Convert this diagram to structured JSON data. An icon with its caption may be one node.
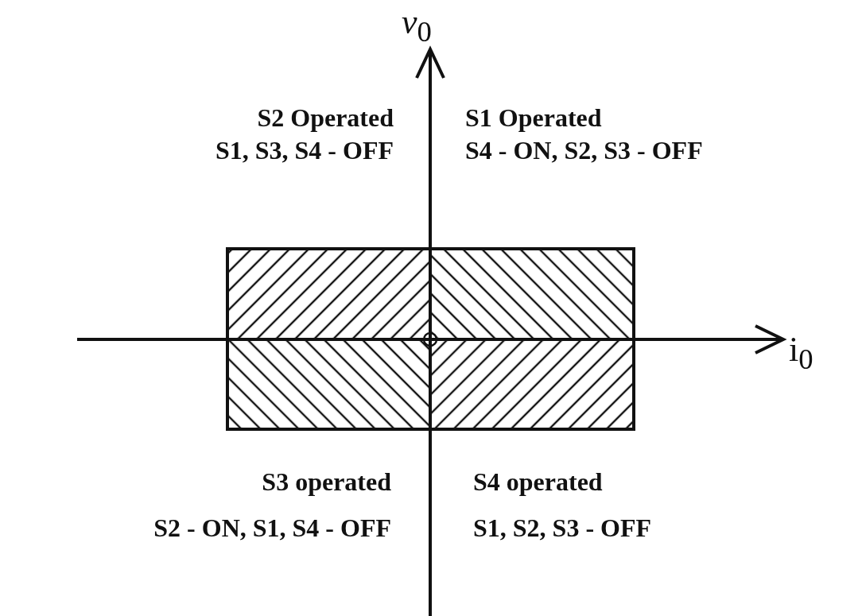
{
  "diagram": {
    "labels": [
      "*v*$_{0}$",
      "S2 Operated",
      "S1 Operated",
      "S1, S3, S4 - OFF",
      "S4 - ON, S2, S3 - OFF",
      "i$_{0}$",
      "S3 operated",
      "S4 operated",
      "S2 - ON, S1, S4 - OFF",
      "S1, S2, S3 - OFF"
    ]
  }
}
